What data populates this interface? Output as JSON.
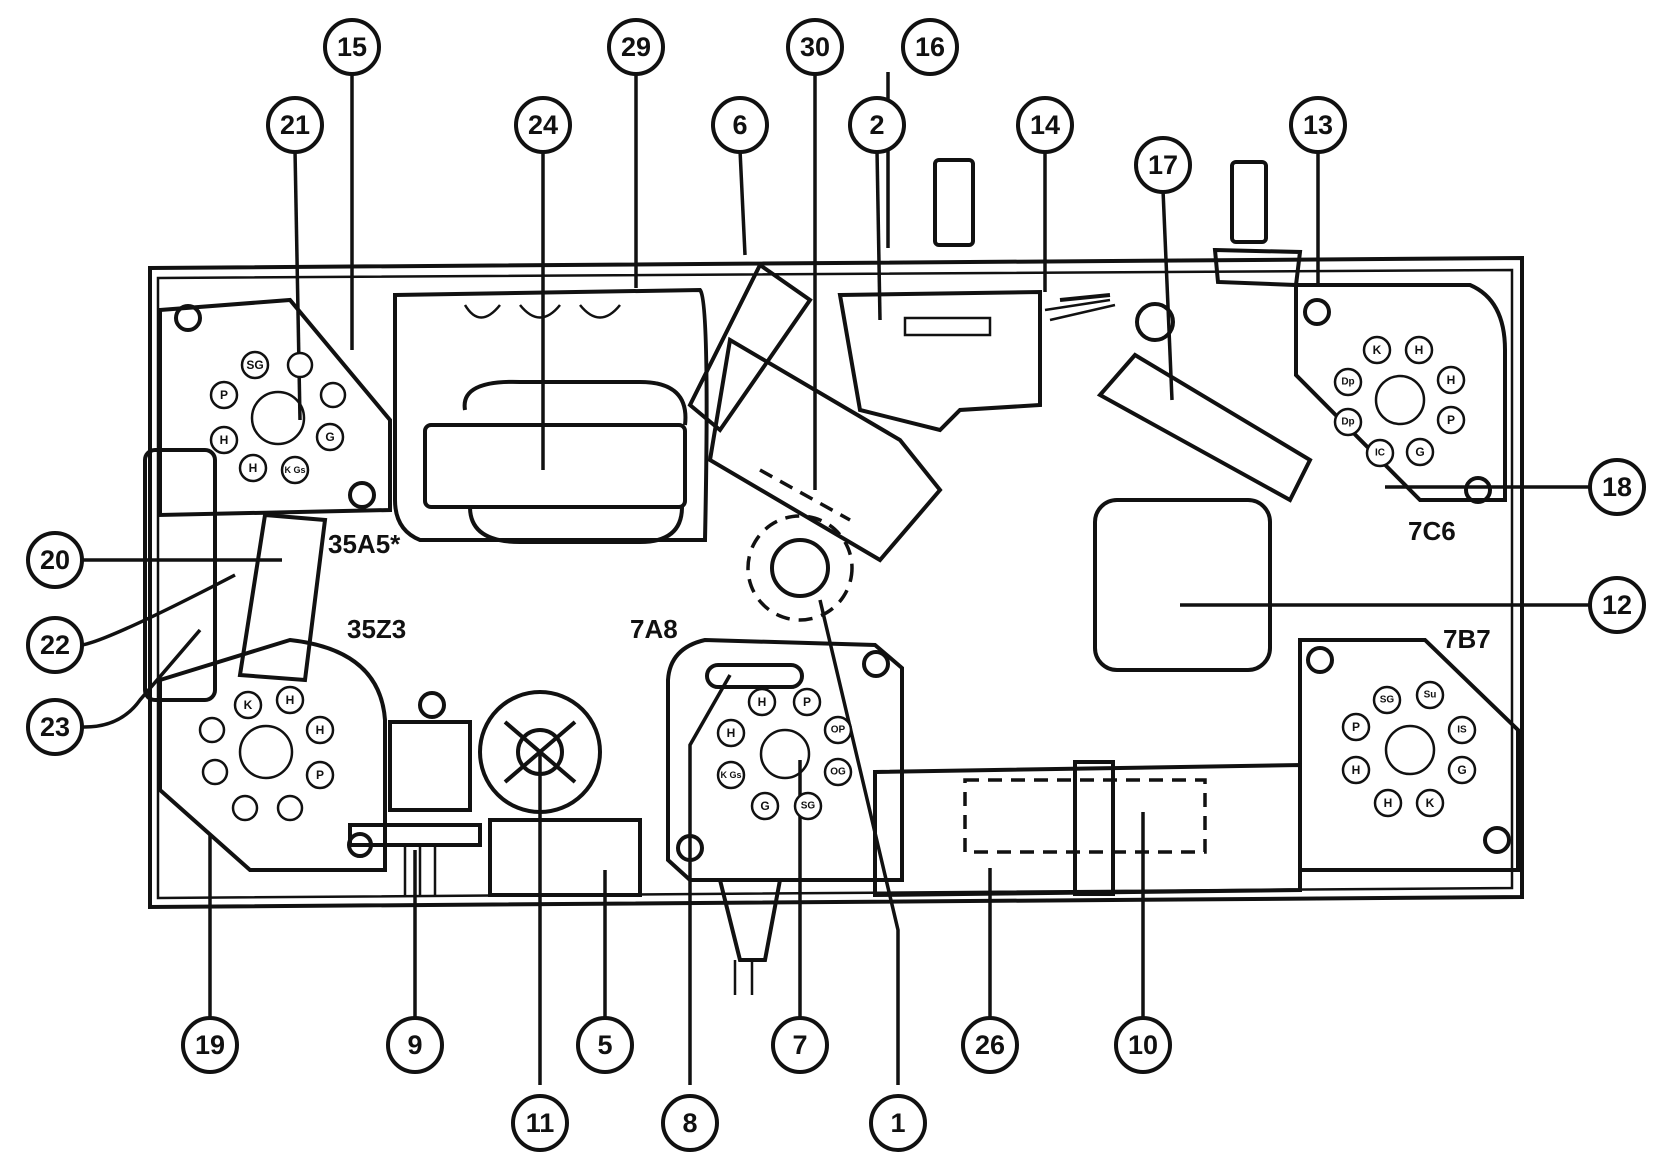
{
  "callouts": [
    {
      "id": "1",
      "label": "1"
    },
    {
      "id": "2",
      "label": "2"
    },
    {
      "id": "5",
      "label": "5"
    },
    {
      "id": "6",
      "label": "6"
    },
    {
      "id": "7",
      "label": "7"
    },
    {
      "id": "8",
      "label": "8"
    },
    {
      "id": "9",
      "label": "9"
    },
    {
      "id": "10",
      "label": "10"
    },
    {
      "id": "11",
      "label": "11"
    },
    {
      "id": "12",
      "label": "12"
    },
    {
      "id": "13",
      "label": "13"
    },
    {
      "id": "14",
      "label": "14"
    },
    {
      "id": "15",
      "label": "15"
    },
    {
      "id": "16",
      "label": "16"
    },
    {
      "id": "17",
      "label": "17"
    },
    {
      "id": "18",
      "label": "18"
    },
    {
      "id": "19",
      "label": "19"
    },
    {
      "id": "20",
      "label": "20"
    },
    {
      "id": "21",
      "label": "21"
    },
    {
      "id": "22",
      "label": "22"
    },
    {
      "id": "23",
      "label": "23"
    },
    {
      "id": "24",
      "label": "24"
    },
    {
      "id": "26",
      "label": "26"
    },
    {
      "id": "29",
      "label": "29"
    },
    {
      "id": "30",
      "label": "30"
    }
  ],
  "tubes": [
    {
      "id": "35A5",
      "label": "35A5*",
      "pins": [
        "SG",
        "P",
        "H",
        "H",
        "K Gs",
        "G"
      ]
    },
    {
      "id": "35Z3",
      "label": "35Z3",
      "pins": [
        "K",
        "H",
        "H",
        "P"
      ]
    },
    {
      "id": "7A8",
      "label": "7A8",
      "pins": [
        "H",
        "P",
        "H",
        "OP",
        "K Gs",
        "OG",
        "G",
        "SG"
      ]
    },
    {
      "id": "7C6",
      "label": "7C6",
      "pins": [
        "K",
        "H",
        "H",
        "Dp",
        "Dp",
        "P",
        "IC",
        "G"
      ]
    },
    {
      "id": "7B7",
      "label": "7B7",
      "pins": [
        "SG",
        "Su",
        "P",
        "IS",
        "H",
        "G",
        "H",
        "K"
      ]
    }
  ]
}
